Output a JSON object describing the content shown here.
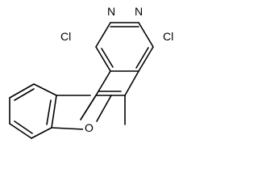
{
  "molecule": {
    "atoms": {
      "cl1": "Cl",
      "cl2": "Cl",
      "n1": "N",
      "n2": "N",
      "o": "O"
    },
    "colors": {
      "bond": "#000000",
      "background": "#ffffff"
    }
  }
}
